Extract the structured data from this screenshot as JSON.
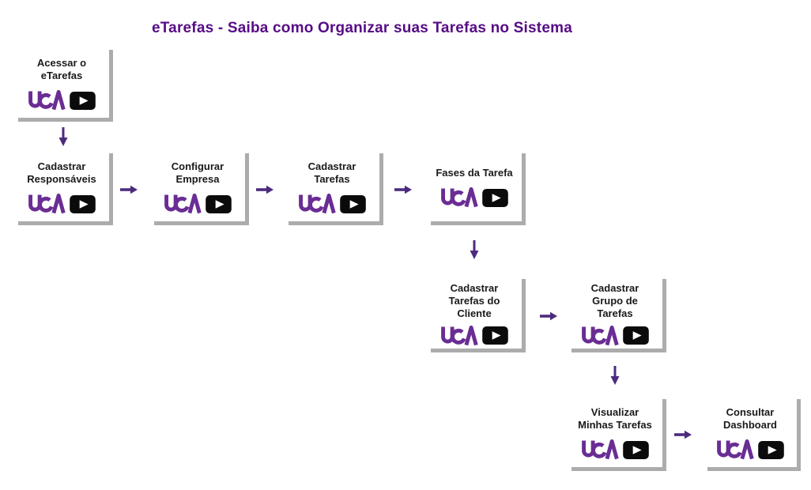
{
  "title": "eTarefas - Saiba como Organizar suas Tarefas no Sistema",
  "colors": {
    "title": "#560c86",
    "arrow": "#4c2b7e",
    "logo": "#6a2d94",
    "shadow": "#acacac",
    "label": "#1a1a1a",
    "box_bg": "#ffffff",
    "play_bg": "#0b0b0b"
  },
  "logo": {
    "brand_text": "UCA",
    "play_icon": "play-icon"
  },
  "icons": {
    "arrow_right": "→",
    "arrow_down": "↓",
    "play": "▶"
  },
  "nodes": [
    {
      "id": "acessar-etarefas",
      "label": "Acessar o\neTarefas"
    },
    {
      "id": "cadastrar-responsaveis",
      "label": "Cadastrar\nResponsáveis"
    },
    {
      "id": "configurar-empresa",
      "label": "Configurar\nEmpresa"
    },
    {
      "id": "cadastrar-tarefas",
      "label": "Cadastrar\nTarefas"
    },
    {
      "id": "fases-da-tarefa",
      "label": "Fases da Tarefa"
    },
    {
      "id": "cadastrar-tarefas-cliente",
      "label": "Cadastrar\nTarefas do\nCliente"
    },
    {
      "id": "cadastrar-grupo-tarefas",
      "label": "Cadastrar\nGrupo de\nTarefas"
    },
    {
      "id": "visualizar-minhas-tarefas",
      "label": "Visualizar\nMinhas Tarefas"
    },
    {
      "id": "consultar-dashboard",
      "label": "Consultar\nDashboard"
    }
  ],
  "flow": [
    "acessar-etarefas > cadastrar-responsaveis",
    "cadastrar-responsaveis > configurar-empresa",
    "configurar-empresa > cadastrar-tarefas",
    "cadastrar-tarefas > fases-da-tarefa",
    "fases-da-tarefa > cadastrar-tarefas-cliente",
    "cadastrar-tarefas-cliente > cadastrar-grupo-tarefas",
    "cadastrar-grupo-tarefas > visualizar-minhas-tarefas",
    "visualizar-minhas-tarefas > consultar-dashboard"
  ]
}
